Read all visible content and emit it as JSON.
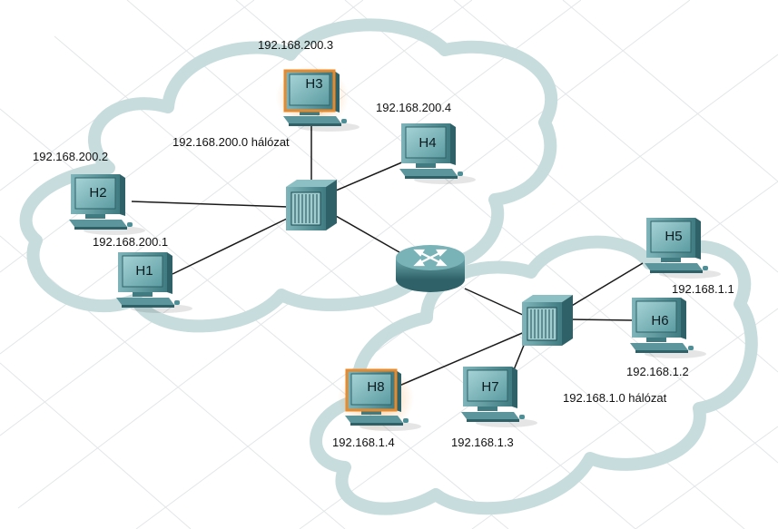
{
  "networks": {
    "top": {
      "label": "192.168.200.0 hálózat"
    },
    "bottom": {
      "label": "192.168.1.0 hálózat"
    }
  },
  "hosts": {
    "h1": {
      "name": "H1",
      "ip": "192.168.200.1",
      "highlighted": false
    },
    "h2": {
      "name": "H2",
      "ip": "192.168.200.2",
      "highlighted": false
    },
    "h3": {
      "name": "H3",
      "ip": "192.168.200.3",
      "highlighted": true
    },
    "h4": {
      "name": "H4",
      "ip": "192.168.200.4",
      "highlighted": false
    },
    "h5": {
      "name": "H5",
      "ip": "192.168.1.1",
      "highlighted": false
    },
    "h6": {
      "name": "H6",
      "ip": "192.168.1.2",
      "highlighted": false
    },
    "h7": {
      "name": "H7",
      "ip": "192.168.1.3",
      "highlighted": false
    },
    "h8": {
      "name": "H8",
      "ip": "192.168.1.4",
      "highlighted": true
    }
  },
  "colors": {
    "device": "#4d8f96",
    "device_light": "#8cc0c4",
    "device_dark": "#2f6268",
    "highlight": "#e88a2c",
    "cloud": "#c7dcdd",
    "grid": "#e3e6e8",
    "link": "#1a1a1a"
  }
}
